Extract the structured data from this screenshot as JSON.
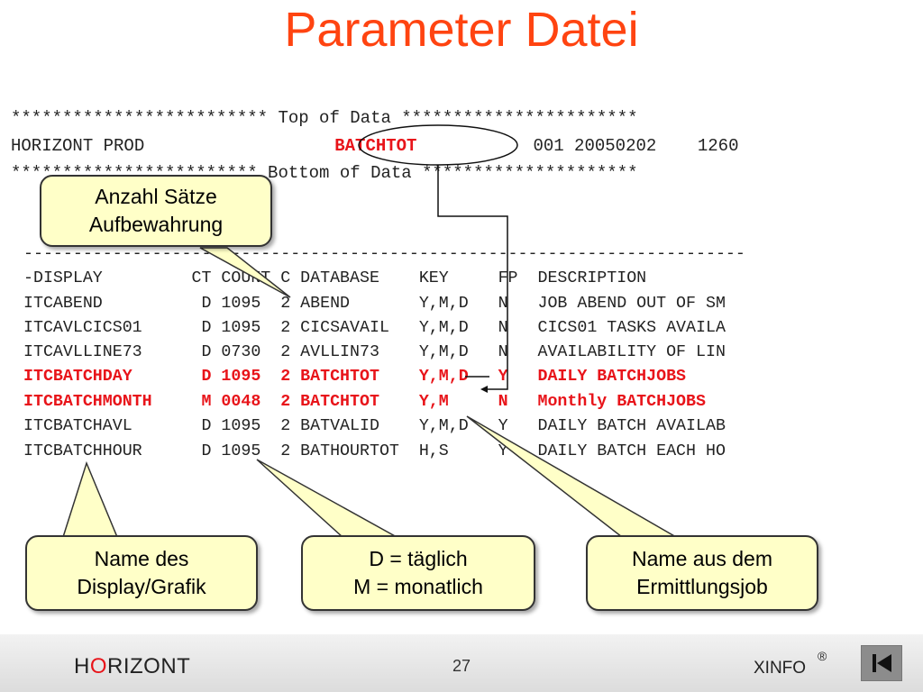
{
  "title": "Parameter Datei",
  "dataset": {
    "top_line": "************************* Top of Data ***********************",
    "record_prefix": "HORIZONT PROD",
    "record_highlight": "BATCHTOT",
    "record_suffix": "001 20050202    1260",
    "bottom_line": "************************ Bottom of Data *********************"
  },
  "table": {
    "separator": "-------------------------------------------------------------------------",
    "header": "-DISPLAY         CT COUNT C DATABASE    KEY     FP  DESCRIPTION",
    "rows": [
      {
        "text": "ITCABEND          D 1095  2 ABEND       Y,M,D   N   JOB ABEND OUT OF SM",
        "highlight": false
      },
      {
        "text": "ITCAVLCICS01      D 1095  2 CICSAVAIL   Y,M,D   N   CICS01 TASKS AVAILA",
        "highlight": false
      },
      {
        "text": "ITCAVLLINE73      D 0730  2 AVLLIN73    Y,M,D   N   AVAILABILITY OF LIN",
        "highlight": false
      },
      {
        "text": "ITCBATCHDAY       D 1095  2 BATCHTOT    Y,M,D   Y   DAILY BATCHJOBS",
        "highlight": true
      },
      {
        "text": "ITCBATCHMONTH     M 0048  2 BATCHTOT    Y,M     N   Monthly BATCHJOBS",
        "highlight": true
      },
      {
        "text": "ITCBATCHAVL       D 1095  2 BATVALID    Y,M,D   Y   DAILY BATCH AVAILAB",
        "highlight": false
      },
      {
        "text": "ITCBATCHHOUR      D 1095  2 BATHOURTOT  H,S     Y   DAILY BATCH EACH HO",
        "highlight": false
      }
    ]
  },
  "callouts": {
    "count": {
      "line1": "Anzahl Sätze",
      "line2": "Aufbewahrung"
    },
    "display": {
      "line1": "Name des",
      "line2": "Display/Grafik"
    },
    "period": {
      "line1": "D = täglich",
      "line2": "M = monatlich"
    },
    "database": {
      "line1": "Name aus dem",
      "line2": "Ermittlungsjob"
    }
  },
  "footer": {
    "brand_h": "H",
    "brand_o": "O",
    "brand_rest": "RIZONT",
    "page_number": "27",
    "product": "XINFO",
    "registered": "®"
  },
  "colors": {
    "title": "#ff4411",
    "highlight": "#e8141a",
    "callout_bg": "#ffffc8"
  },
  "icons": {
    "nav": "skip-back-icon"
  }
}
